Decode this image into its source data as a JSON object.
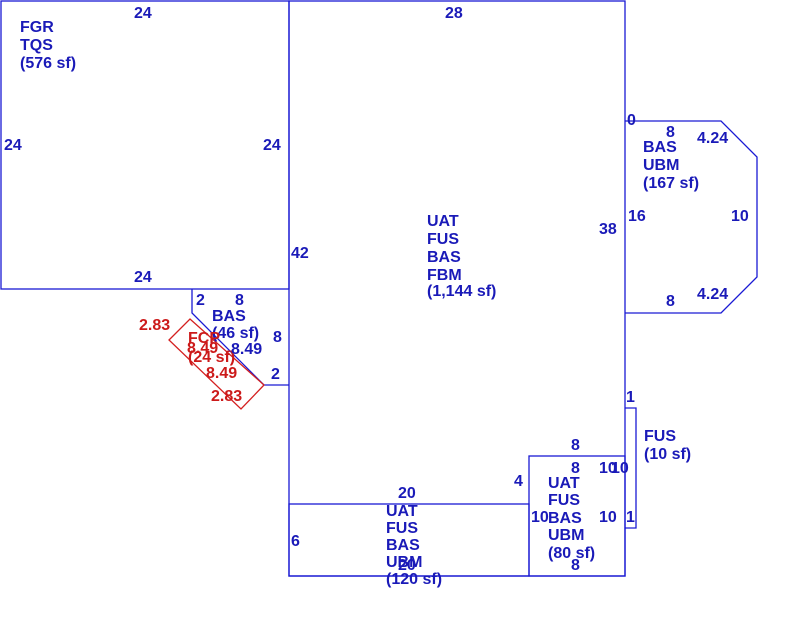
{
  "areas": {
    "garage": [
      "FGR",
      "TQS",
      "(576 sf)"
    ],
    "main": [
      "UAT",
      "FUS",
      "BAS",
      "FBM",
      "(1,144 sf)"
    ],
    "bay": [
      "BAS",
      "UBM",
      "(167 sf)"
    ],
    "small_bas": [
      "BAS",
      "(46 sf)"
    ],
    "porch": [
      "FCP",
      "(24 sf)"
    ],
    "fus_small": [
      "FUS",
      "(10 sf)"
    ],
    "ubm_80": [
      "UAT",
      "FUS",
      "BAS",
      "UBM",
      "(80 sf)"
    ],
    "ubm_120": [
      "UAT",
      "FUS",
      "BAS",
      "UBM",
      "(120 sf)"
    ]
  },
  "dims": {
    "g_top": "24",
    "g_left": "24",
    "g_right": "24",
    "g_bottom": "24",
    "m_top": "28",
    "m_left": "42",
    "m_right": "38",
    "bay_zero": "0",
    "bay_top": "8",
    "bay_diag_top": "4.24",
    "bay_left": "16",
    "bay_right": "10",
    "bay_bottom": "8",
    "bay_diag_bottom": "4.24",
    "s_2a": "2",
    "s_8a": "8",
    "s_8b": "8",
    "s_849": "8.49",
    "s_2b": "2",
    "p_283a": "2.83",
    "p_849a": "8.49",
    "p_849b": "8.49",
    "p_283b": "2.83",
    "f_1a": "1",
    "f_10a": "10",
    "f_1b": "1",
    "u80_top": "8",
    "u80_inner": "8",
    "u80_10a": "10",
    "u80_left": "10",
    "u80_right": "10",
    "u80_bottom": "8",
    "u80_4": "4",
    "u120_top": "20",
    "u120_left": "6",
    "u120_bottom": "20"
  }
}
